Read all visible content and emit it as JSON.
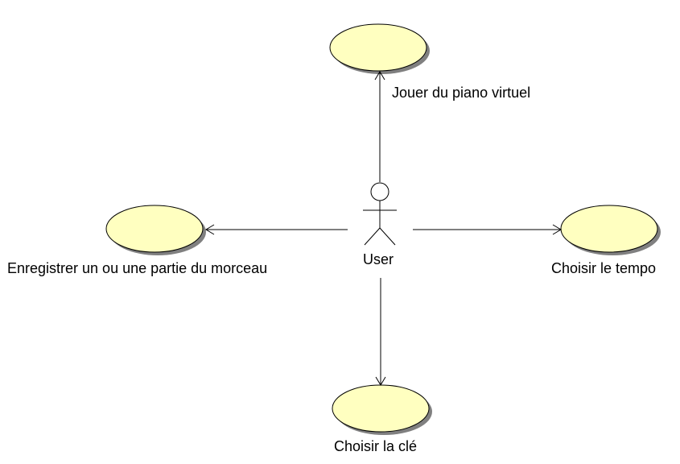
{
  "diagram": {
    "actor": {
      "name": "User"
    },
    "use_cases": [
      {
        "id": "jouer",
        "label": "Jouer du piano virtuel"
      },
      {
        "id": "enregistrer",
        "label": "Enregistrer un ou une partie du morceau"
      },
      {
        "id": "tempo",
        "label": "Choisir le tempo"
      },
      {
        "id": "cle",
        "label": "Choisir la clé"
      }
    ],
    "colors": {
      "use_case_fill": "#ffffc0",
      "use_case_shadow": "#808080",
      "line": "#000000"
    }
  }
}
